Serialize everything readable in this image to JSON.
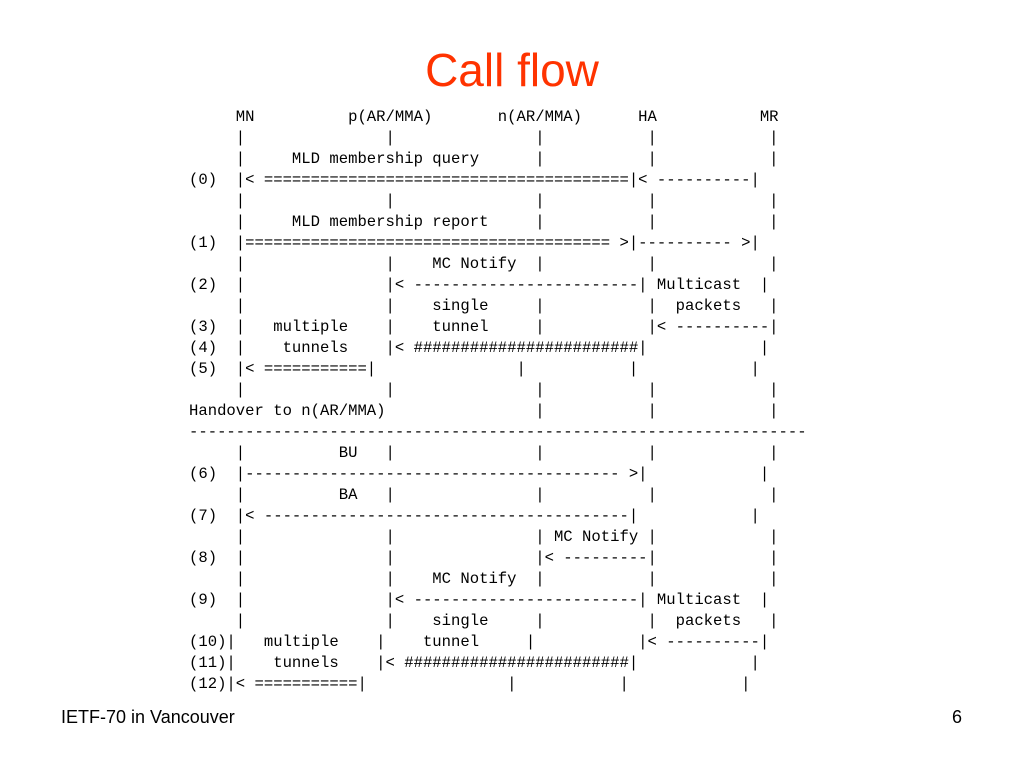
{
  "slide": {
    "title": "Call flow",
    "footer_left": "IETF-70 in Vancouver",
    "page_number": "6",
    "colors": {
      "title": "#ff3300",
      "text": "#000000",
      "background": "#ffffff"
    }
  },
  "diagram": {
    "lines": [
      "     MN          p(AR/MMA)       n(AR/MMA)      HA           MR",
      "     |               |               |           |            |",
      "     |     MLD membership query      |           |            |",
      "(0)  |< =======================================|< ----------|",
      "     |               |               |           |            |",
      "     |     MLD membership report     |           |            |",
      "(1)  |======================================= >|---------- >|",
      "     |               |    MC Notify  |           |            |",
      "(2)  |               |< ------------------------| Multicast  |",
      "     |               |    single     |           |  packets   |",
      "(3)  |   multiple    |    tunnel     |           |< ----------|",
      "(4)  |    tunnels    |< ########################|            |",
      "(5)  |< ===========|               |           |            |",
      "     |               |               |           |            |",
      "Handover to n(AR/MMA)                |           |            |",
      "------------------------------------------------------------------",
      "     |          BU   |               |           |            |",
      "(6)  |---------------------------------------- >|            |",
      "     |          BA   |               |           |            |",
      "(7)  |< ---------------------------------------|            |",
      "     |               |               | MC Notify |            |",
      "(8)  |               |               |< ---------|            |",
      "     |               |    MC Notify  |           |            |",
      "(9)  |               |< ------------------------| Multicast  |",
      "     |               |    single     |           |  packets   |",
      "(10)|   multiple    |    tunnel     |           |< ----------|",
      "(11)|    tunnels    |< ########################|            |",
      "(12)|< ===========|               |           |            |"
    ]
  }
}
